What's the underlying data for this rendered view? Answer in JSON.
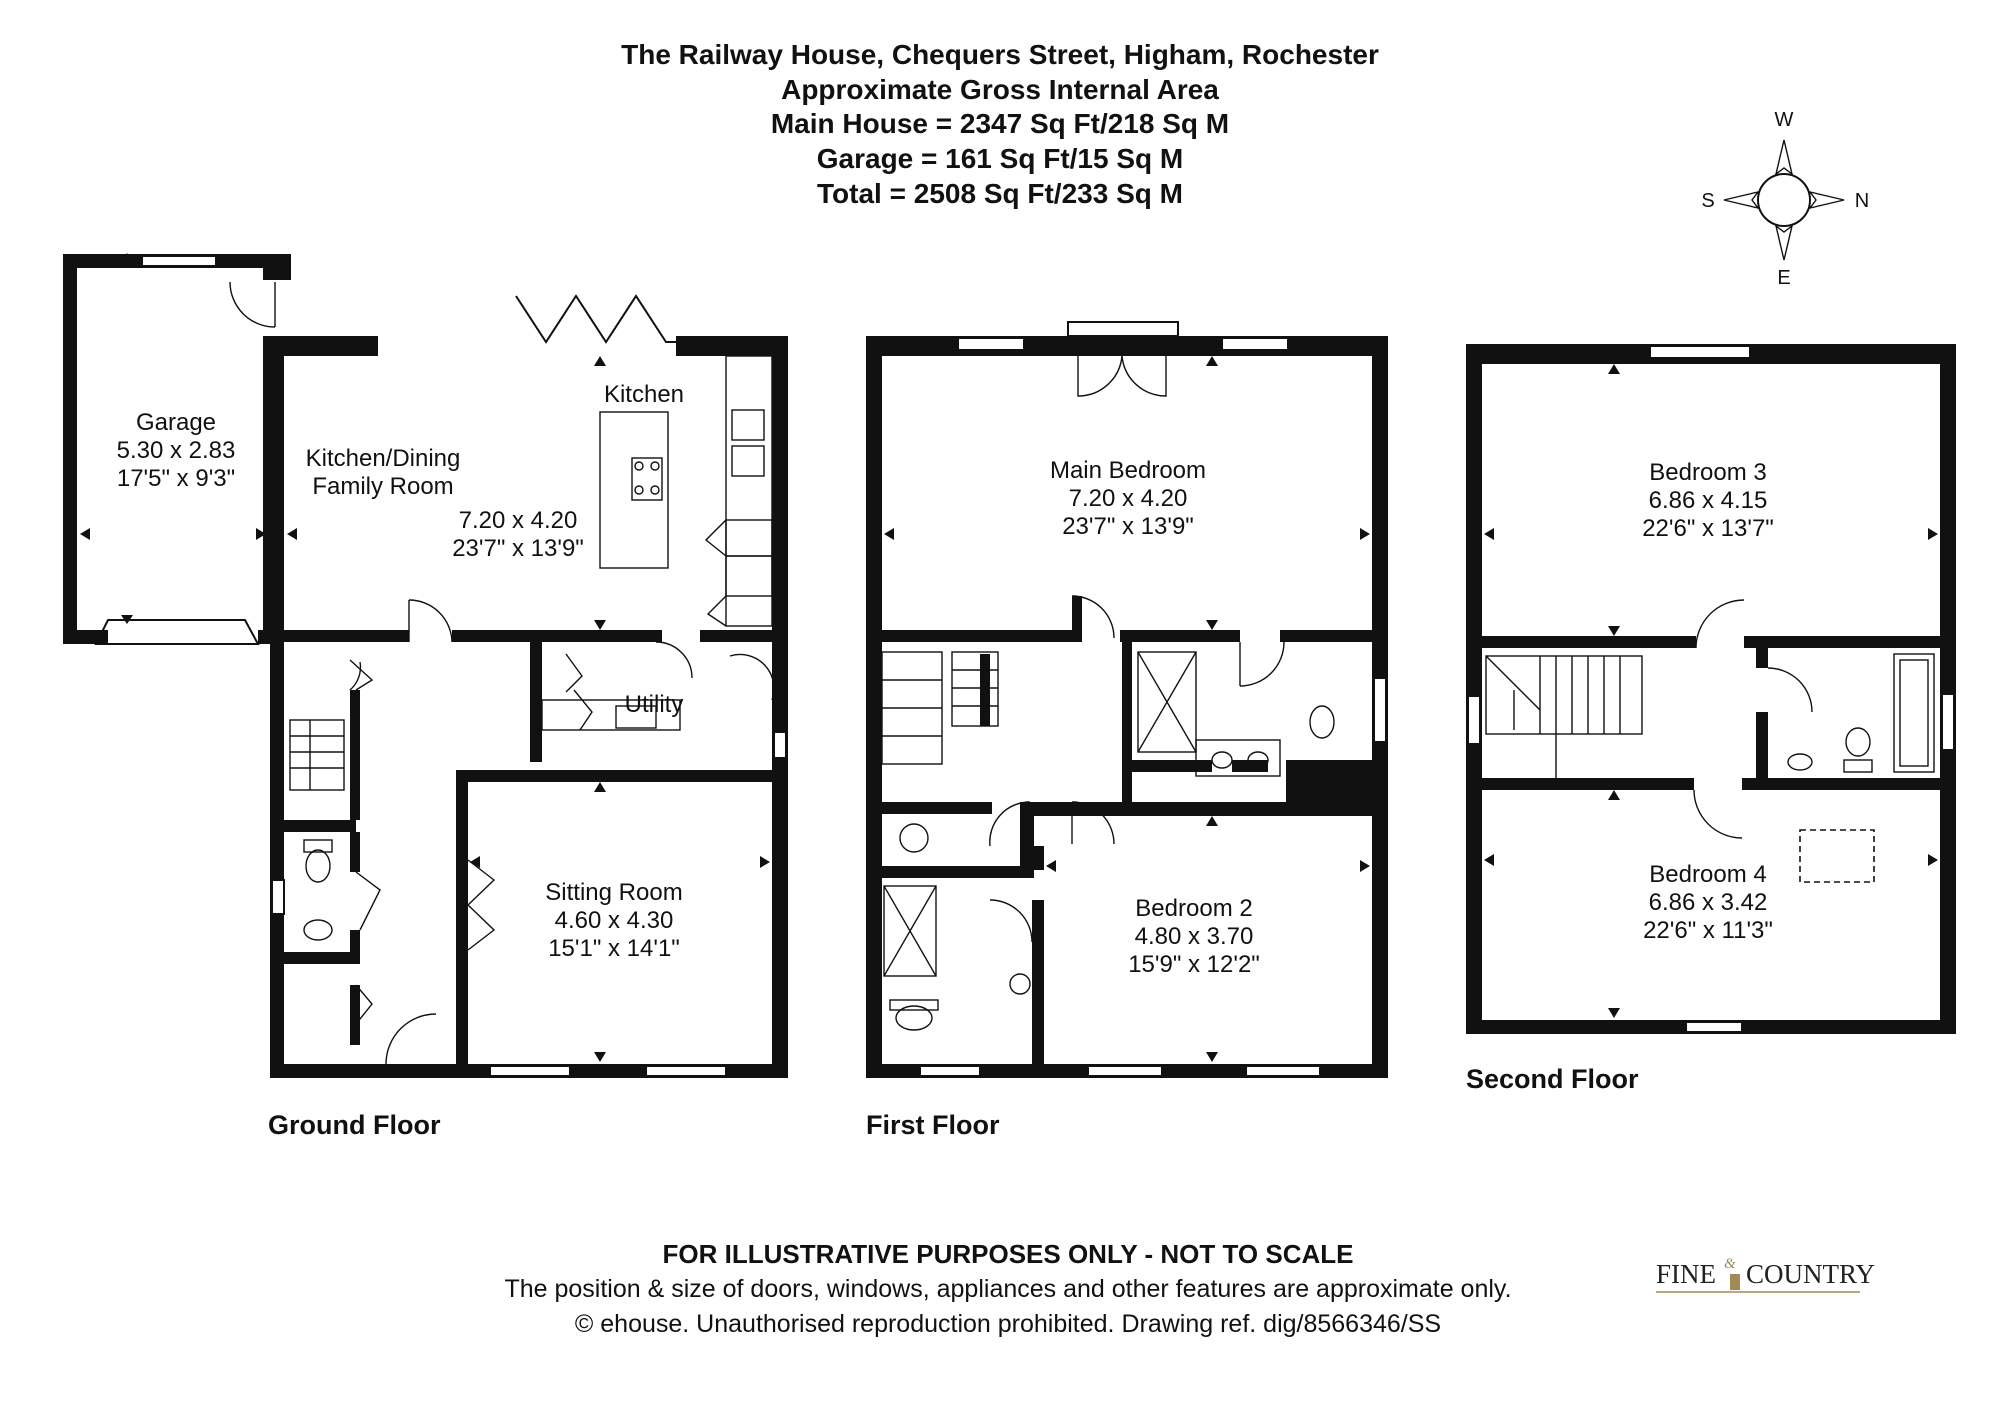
{
  "header": {
    "title": "The Railway House, Chequers Street, Higham, Rochester",
    "subtitle": "Approximate Gross Internal Area",
    "main_house": "Main House = 2347 Sq Ft/218 Sq M",
    "garage": "Garage = 161 Sq Ft/15 Sq M",
    "total": "Total = 2508 Sq Ft/233 Sq M"
  },
  "compass": {
    "top": "W",
    "right": "N",
    "bottom": "E",
    "left": "S"
  },
  "ground_floor": {
    "label": "Ground Floor",
    "garage": {
      "name": "Garage",
      "metric": "5.30 x 2.83",
      "imperial": "17'5\" x 9'3\""
    },
    "kitchen_dining": {
      "name_line1": "Kitchen/Dining",
      "name_line2": "Family Room",
      "metric": "7.20 x 4.20",
      "imperial": "23'7\" x 13'9\""
    },
    "kitchen": {
      "name": "Kitchen"
    },
    "utility": {
      "name": "Utility"
    },
    "sitting_room": {
      "name": "Sitting Room",
      "metric": "4.60 x 4.30",
      "imperial": "15'1\" x 14'1\""
    }
  },
  "first_floor": {
    "label": "First Floor",
    "main_bedroom": {
      "name": "Main Bedroom",
      "metric": "7.20 x 4.20",
      "imperial": "23'7\" x 13'9\""
    },
    "bedroom_2": {
      "name": "Bedroom 2",
      "metric": "4.80 x 3.70",
      "imperial": "15'9\" x 12'2\""
    }
  },
  "second_floor": {
    "label": "Second Floor",
    "bedroom_3": {
      "name": "Bedroom 3",
      "metric": "6.86 x 4.15",
      "imperial": "22'6\" x 13'7\""
    },
    "bedroom_4": {
      "name": "Bedroom 4",
      "metric": "6.86 x 3.42",
      "imperial": "22'6\" x 11'3\""
    }
  },
  "footer": {
    "disclaimer_title": "FOR ILLUSTRATIVE PURPOSES ONLY - NOT TO SCALE",
    "disclaimer_line": "The position & size of doors, windows, appliances and other features are approximate only.",
    "copyright": "© ehouse. Unauthorised reproduction prohibited. Drawing ref. dig/8566346/SS"
  },
  "logo": {
    "left": "Fine",
    "amp": "&",
    "right": "Country"
  }
}
